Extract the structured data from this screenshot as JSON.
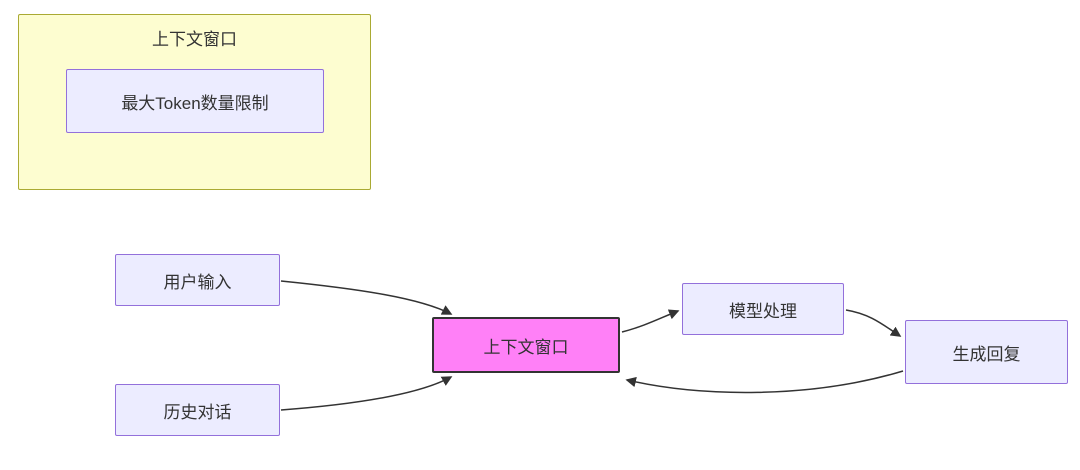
{
  "diagram": {
    "subgraph": {
      "title": "上下文窗口",
      "inner_node": "最大Token数量限制"
    },
    "nodes": {
      "user_input": "用户输入",
      "history": "历史对话",
      "context_window": "上下文窗口",
      "model_processing": "模型处理",
      "generate_reply": "生成回复"
    },
    "edges": [
      {
        "from": "user_input",
        "to": "context_window"
      },
      {
        "from": "history",
        "to": "context_window"
      },
      {
        "from": "context_window",
        "to": "model_processing"
      },
      {
        "from": "model_processing",
        "to": "generate_reply"
      },
      {
        "from": "generate_reply",
        "to": "context_window"
      }
    ],
    "colors": {
      "subgraph_fill": "#fdfdd0",
      "subgraph_border": "#aaaa33",
      "node_fill": "#ececff",
      "node_border": "#9370db",
      "highlight_fill": "#ff80f7",
      "highlight_border": "#333333",
      "arrow": "#333333"
    }
  }
}
